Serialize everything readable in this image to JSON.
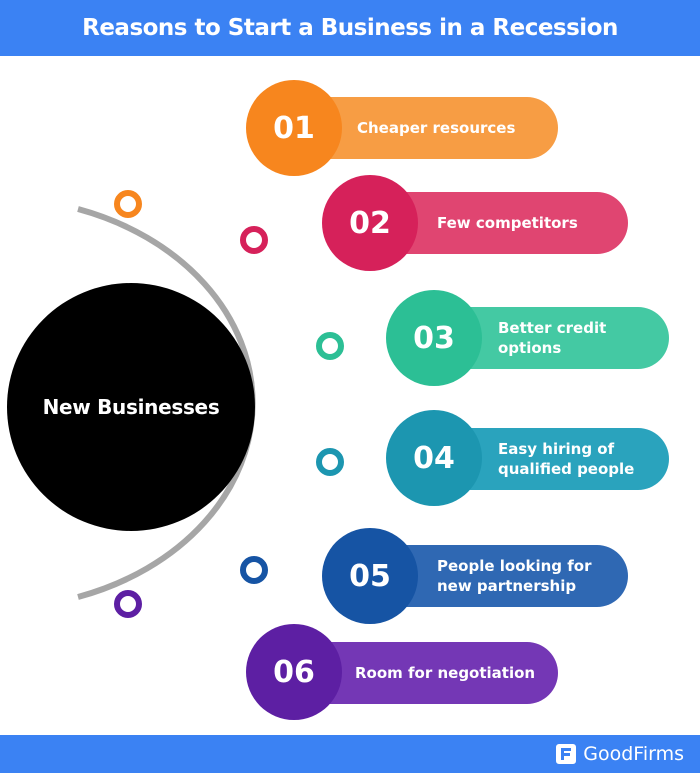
{
  "header": {
    "title": "Reasons to Start a Business in a Recession"
  },
  "hub": {
    "label": "New Businesses"
  },
  "items": [
    {
      "number": "01",
      "label": "Cheaper resources",
      "color": "#f7861e",
      "pill_color": "#f79d44"
    },
    {
      "number": "02",
      "label": "Few competitors",
      "color": "#d6215a",
      "pill_color": "#e04571"
    },
    {
      "number": "03",
      "label": "Better credit options",
      "color": "#2cbf95",
      "pill_color": "#44c9a3"
    },
    {
      "number": "04",
      "label": "Easy hiring of qualified people",
      "color": "#1c96b0",
      "pill_color": "#2aa3bd"
    },
    {
      "number": "05",
      "label": "People looking for new partnership",
      "color": "#1654a4",
      "pill_color": "#2f68b3"
    },
    {
      "number": "06",
      "label": "Room for negotiation",
      "color": "#5d1fa3",
      "pill_color": "#7437b5"
    }
  ],
  "footer": {
    "brand": "GoodFirms",
    "brand_icon": "goodfirms-logo-icon"
  },
  "colors": {
    "header_bg": "#3b82f3",
    "arc": "#a6a6a6",
    "hub": "#000000"
  }
}
